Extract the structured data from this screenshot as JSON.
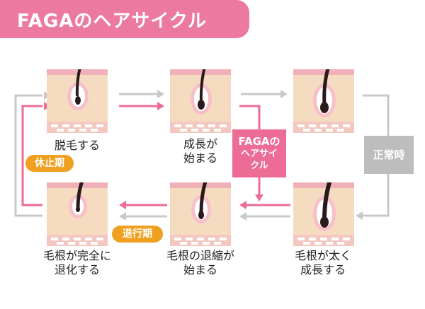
{
  "title": "FAGAのヘアサイクル",
  "stages": {
    "s1": "脱毛する",
    "s2": [
      "成長が",
      "始まる"
    ],
    "s4": [
      "毛根が太く",
      "成長する"
    ],
    "s5": [
      "毛根の退縮が",
      "始まる"
    ],
    "s6": [
      "毛根が完全に",
      "退化する"
    ]
  },
  "badges": {
    "rest": "休止期",
    "regression": "退行期"
  },
  "faga_box": [
    "FAGAの",
    "ヘアサイ",
    "クル"
  ],
  "normal_box": "正常時",
  "colors": {
    "pink": "#ec6c96",
    "gray": "#c8c8c8",
    "orange": "#f0a020",
    "skin": "#f5dcc0",
    "hair": "#2a1a1a"
  }
}
